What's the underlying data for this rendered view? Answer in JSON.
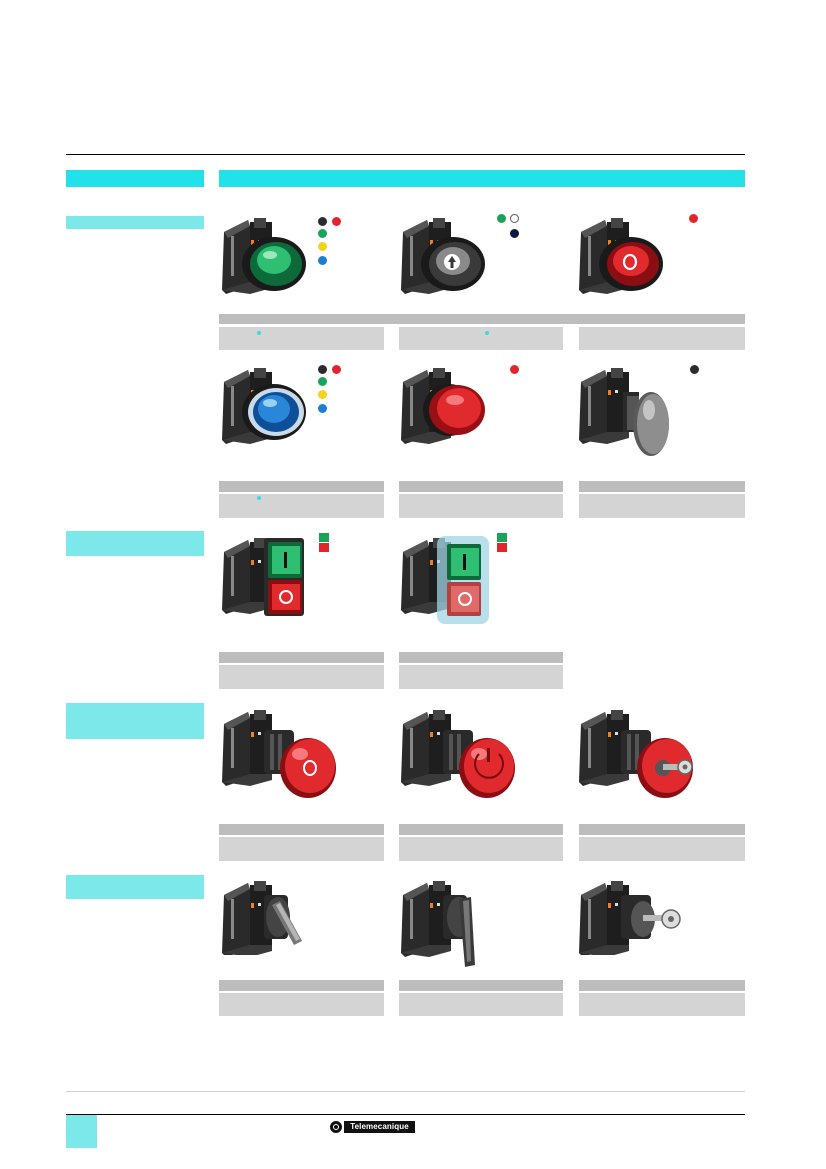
{
  "brand": {
    "name": "Telemecanique"
  },
  "colors": {
    "section_band": "#22e1e8",
    "side_label_band": "#7de8ea",
    "footer_tab": "#7de8ea",
    "caption_dark": "#bdbdbd",
    "caption_light": "#d4d4d4"
  },
  "sections": [
    {
      "name": "flush-push-buttons",
      "products": [
        {
          "icon": "flush-pushbutton-green-icon",
          "variant_colors": [
            "#2b2b2b",
            "#e0262c",
            "#19a35a",
            "#f2d41a",
            "#1a7fd0"
          ]
        },
        {
          "icon": "flush-pushbutton-arrow-icon",
          "variant_colors": [
            "#19a35a",
            "#ffffff",
            "#0d1a3d"
          ]
        },
        {
          "icon": "flush-pushbutton-red-o-icon",
          "variant_colors": [
            "#e0262c"
          ]
        }
      ]
    },
    {
      "name": "projecting-and-mushroom-push-buttons",
      "products": [
        {
          "icon": "illuminated-pushbutton-blue-icon",
          "variant_colors": [
            "#2b2b2b",
            "#e0262c",
            "#19a35a",
            "#f2d41a",
            "#1a7fd0"
          ]
        },
        {
          "icon": "projecting-pushbutton-red-icon",
          "variant_colors": [
            "#e0262c"
          ]
        },
        {
          "icon": "mushroom-pushbutton-grey-icon",
          "variant_colors": [
            "#2b2b2b"
          ]
        }
      ]
    },
    {
      "name": "double-headed-push-buttons",
      "products": [
        {
          "icon": "double-headed-pushbutton-icon",
          "variant_colors": [
            "#19a35a",
            "#e0262c"
          ]
        },
        {
          "icon": "double-headed-pushbutton-booted-icon",
          "variant_colors": [
            "#19a35a",
            "#e0262c"
          ]
        }
      ]
    },
    {
      "name": "emergency-stop-buttons",
      "products": [
        {
          "icon": "emergency-stop-mushroom-icon"
        },
        {
          "icon": "emergency-stop-turn-release-icon"
        },
        {
          "icon": "emergency-stop-key-release-icon"
        }
      ]
    },
    {
      "name": "selector-switches",
      "products": [
        {
          "icon": "selector-switch-short-handle-icon"
        },
        {
          "icon": "selector-switch-long-handle-icon"
        },
        {
          "icon": "key-switch-icon"
        }
      ]
    }
  ]
}
